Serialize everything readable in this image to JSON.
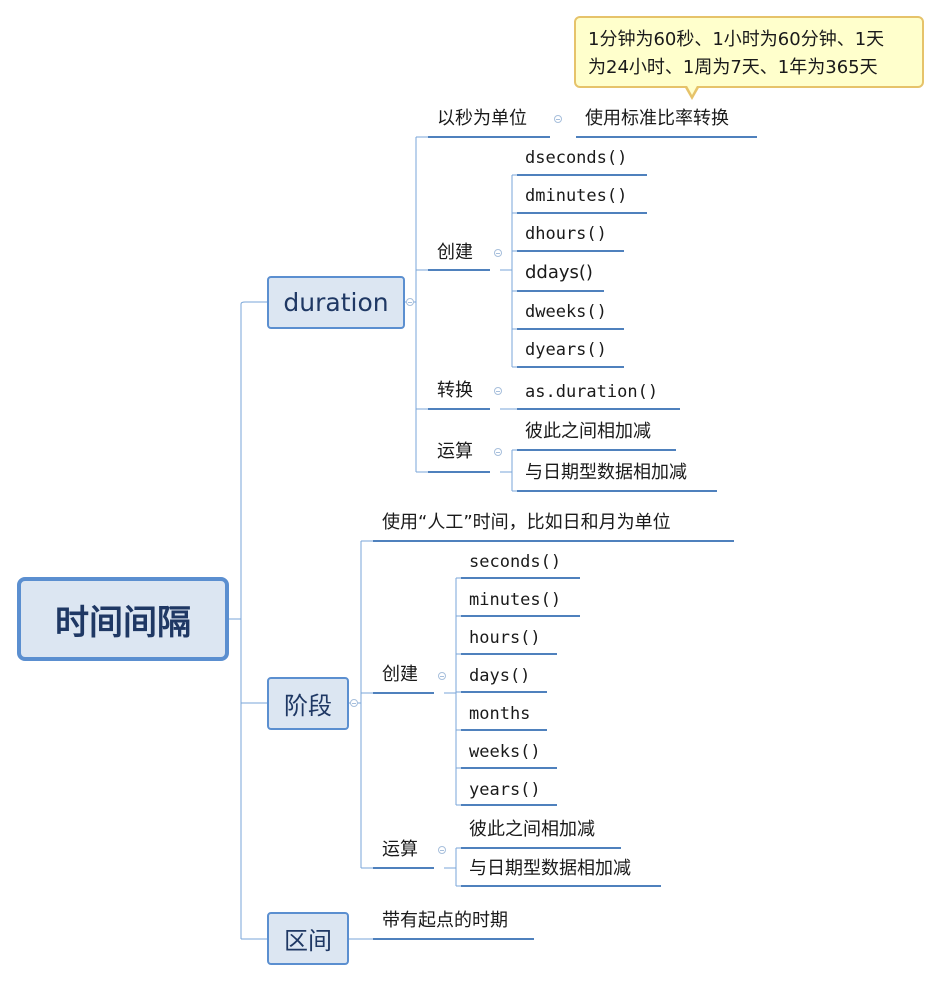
{
  "root": {
    "label": "时间间隔"
  },
  "duration": {
    "label": "duration",
    "unit_label": "以秒为单位",
    "unit_detail": "使用标准比率转换",
    "note": {
      "line1": "1分钟为60秒、1小时为60分钟、1天",
      "line2": "为24小时、1周为7天、1年为365天"
    },
    "create_label": "创建",
    "create_items": [
      "dseconds()",
      "dminutes()",
      "dhours()",
      "ddays()",
      "dweeks()",
      "dyears()"
    ],
    "convert_label": "转换",
    "convert_item": "as.duration()",
    "ops_label": "运算",
    "ops_items": [
      "彼此之间相加减",
      "与日期型数据相加减"
    ]
  },
  "period": {
    "label": "阶段",
    "desc": "使用“人工”时间，比如日和月为单位",
    "create_label": "创建",
    "create_items": [
      "seconds()",
      "minutes()",
      "hours()",
      "days()",
      "months",
      "weeks()",
      "years()"
    ],
    "ops_label": "运算",
    "ops_items": [
      "彼此之间相加减",
      "与日期型数据相加减"
    ]
  },
  "interval": {
    "label": "区间",
    "desc": "带有起点的时期"
  }
}
